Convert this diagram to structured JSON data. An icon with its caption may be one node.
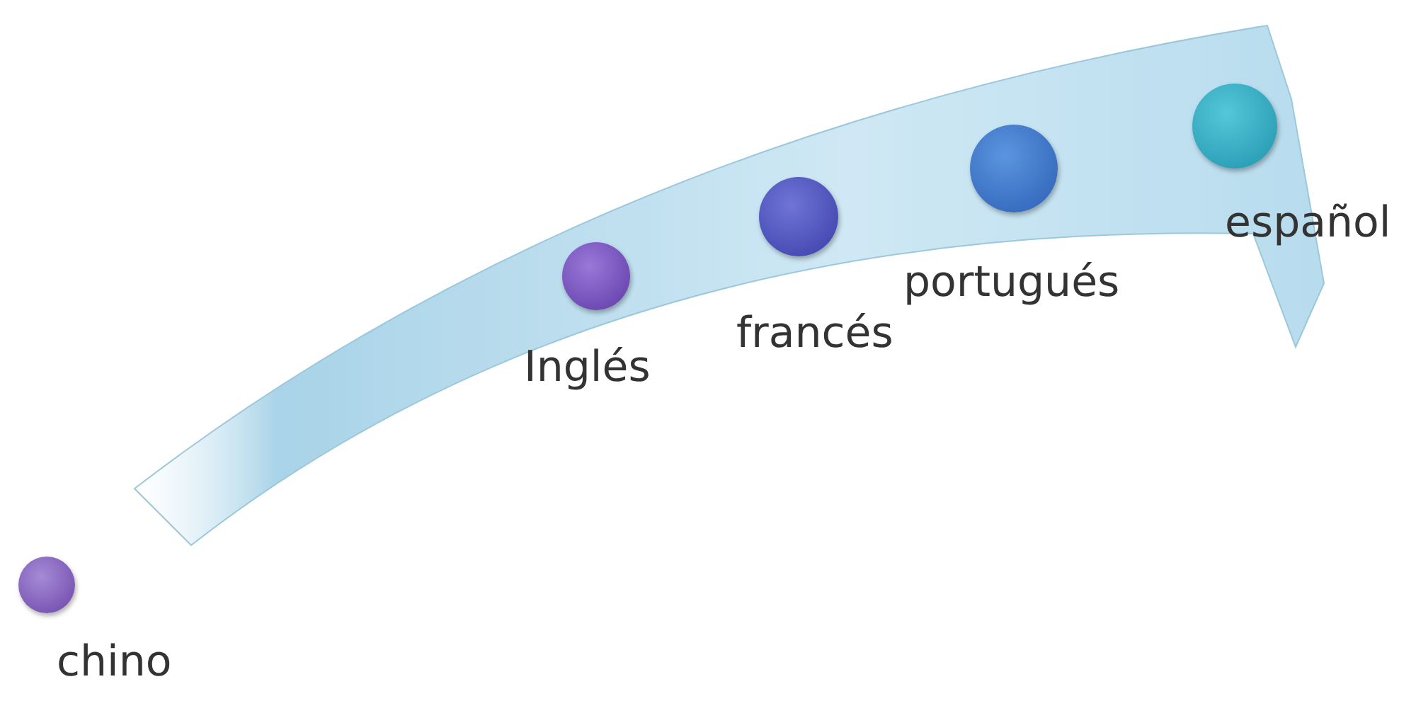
{
  "diagram": {
    "nodes": [
      {
        "text": [
          "chino"
        ]
      },
      {
        "text": [
          "Inglés"
        ]
      },
      {
        "text": [
          "francés"
        ]
      },
      {
        "text": [
          "portugués"
        ]
      },
      {
        "text": [
          "español"
        ]
      }
    ]
  }
}
